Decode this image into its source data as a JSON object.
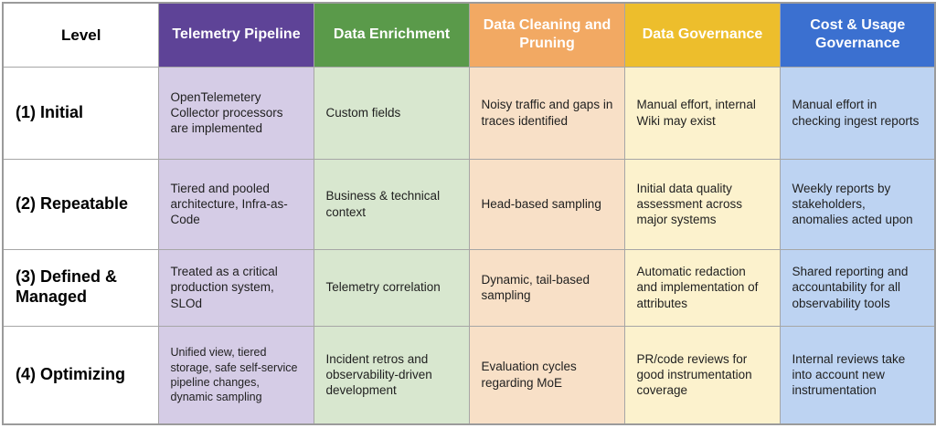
{
  "table": {
    "border_color": "#a6a6a6",
    "columns": [
      {
        "key": "level",
        "label": "Level",
        "header_bg": "#ffffff",
        "header_text": "#000000",
        "cell_bg": "#ffffff"
      },
      {
        "key": "telemetry_pipeline",
        "label": "Telemetry Pipeline",
        "header_bg": "#5E4397",
        "header_text": "#ffffff",
        "cell_bg": "#D5CCE6"
      },
      {
        "key": "data_enrichment",
        "label": "Data Enrichment",
        "header_bg": "#5A9A4A",
        "header_text": "#ffffff",
        "cell_bg": "#D8E7CF"
      },
      {
        "key": "data_cleaning",
        "label": "Data Cleaning and Pruning",
        "header_bg": "#F2A963",
        "header_text": "#ffffff",
        "cell_bg": "#F8E0C7"
      },
      {
        "key": "data_governance",
        "label": "Data Governance",
        "header_bg": "#EDBE2C",
        "header_text": "#ffffff",
        "cell_bg": "#FCF2CD"
      },
      {
        "key": "cost_usage",
        "label": "Cost & Usage Governance",
        "header_bg": "#3B70D0",
        "header_text": "#ffffff",
        "cell_bg": "#BDD3F2"
      }
    ],
    "rows": [
      {
        "level": "(1) Initial",
        "cells": [
          "OpenTelemetery Collector processors are implemented",
          "Custom fields",
          "Noisy traffic and gaps in traces identified",
          "Manual effort, internal Wiki may exist",
          "Manual effort in checking ingest reports"
        ]
      },
      {
        "level": "(2) Repeatable",
        "cells": [
          "Tiered and pooled architecture, Infra-as-Code",
          "Business & technical context",
          "Head-based sampling",
          "Initial data quality assessment across major systems",
          "Weekly reports by stakeholders, anomalies acted upon"
        ]
      },
      {
        "level": "(3) Defined & Managed",
        "cells": [
          "Treated as a critical production system, SLOd",
          "Telemetry correlation",
          "Dynamic, tail-based sampling",
          "Automatic redaction and implementation of attributes",
          "Shared reporting and accountability for all observability tools"
        ]
      },
      {
        "level": "(4) Optimizing",
        "cells": [
          "Unified view, tiered storage, safe self-service pipeline changes, dynamic sampling",
          "Incident retros and observability-driven development",
          "Evaluation cycles regarding MoE",
          "PR/code reviews for good instrumentation coverage",
          "Internal reviews take into account new instrumentation"
        ]
      }
    ]
  }
}
